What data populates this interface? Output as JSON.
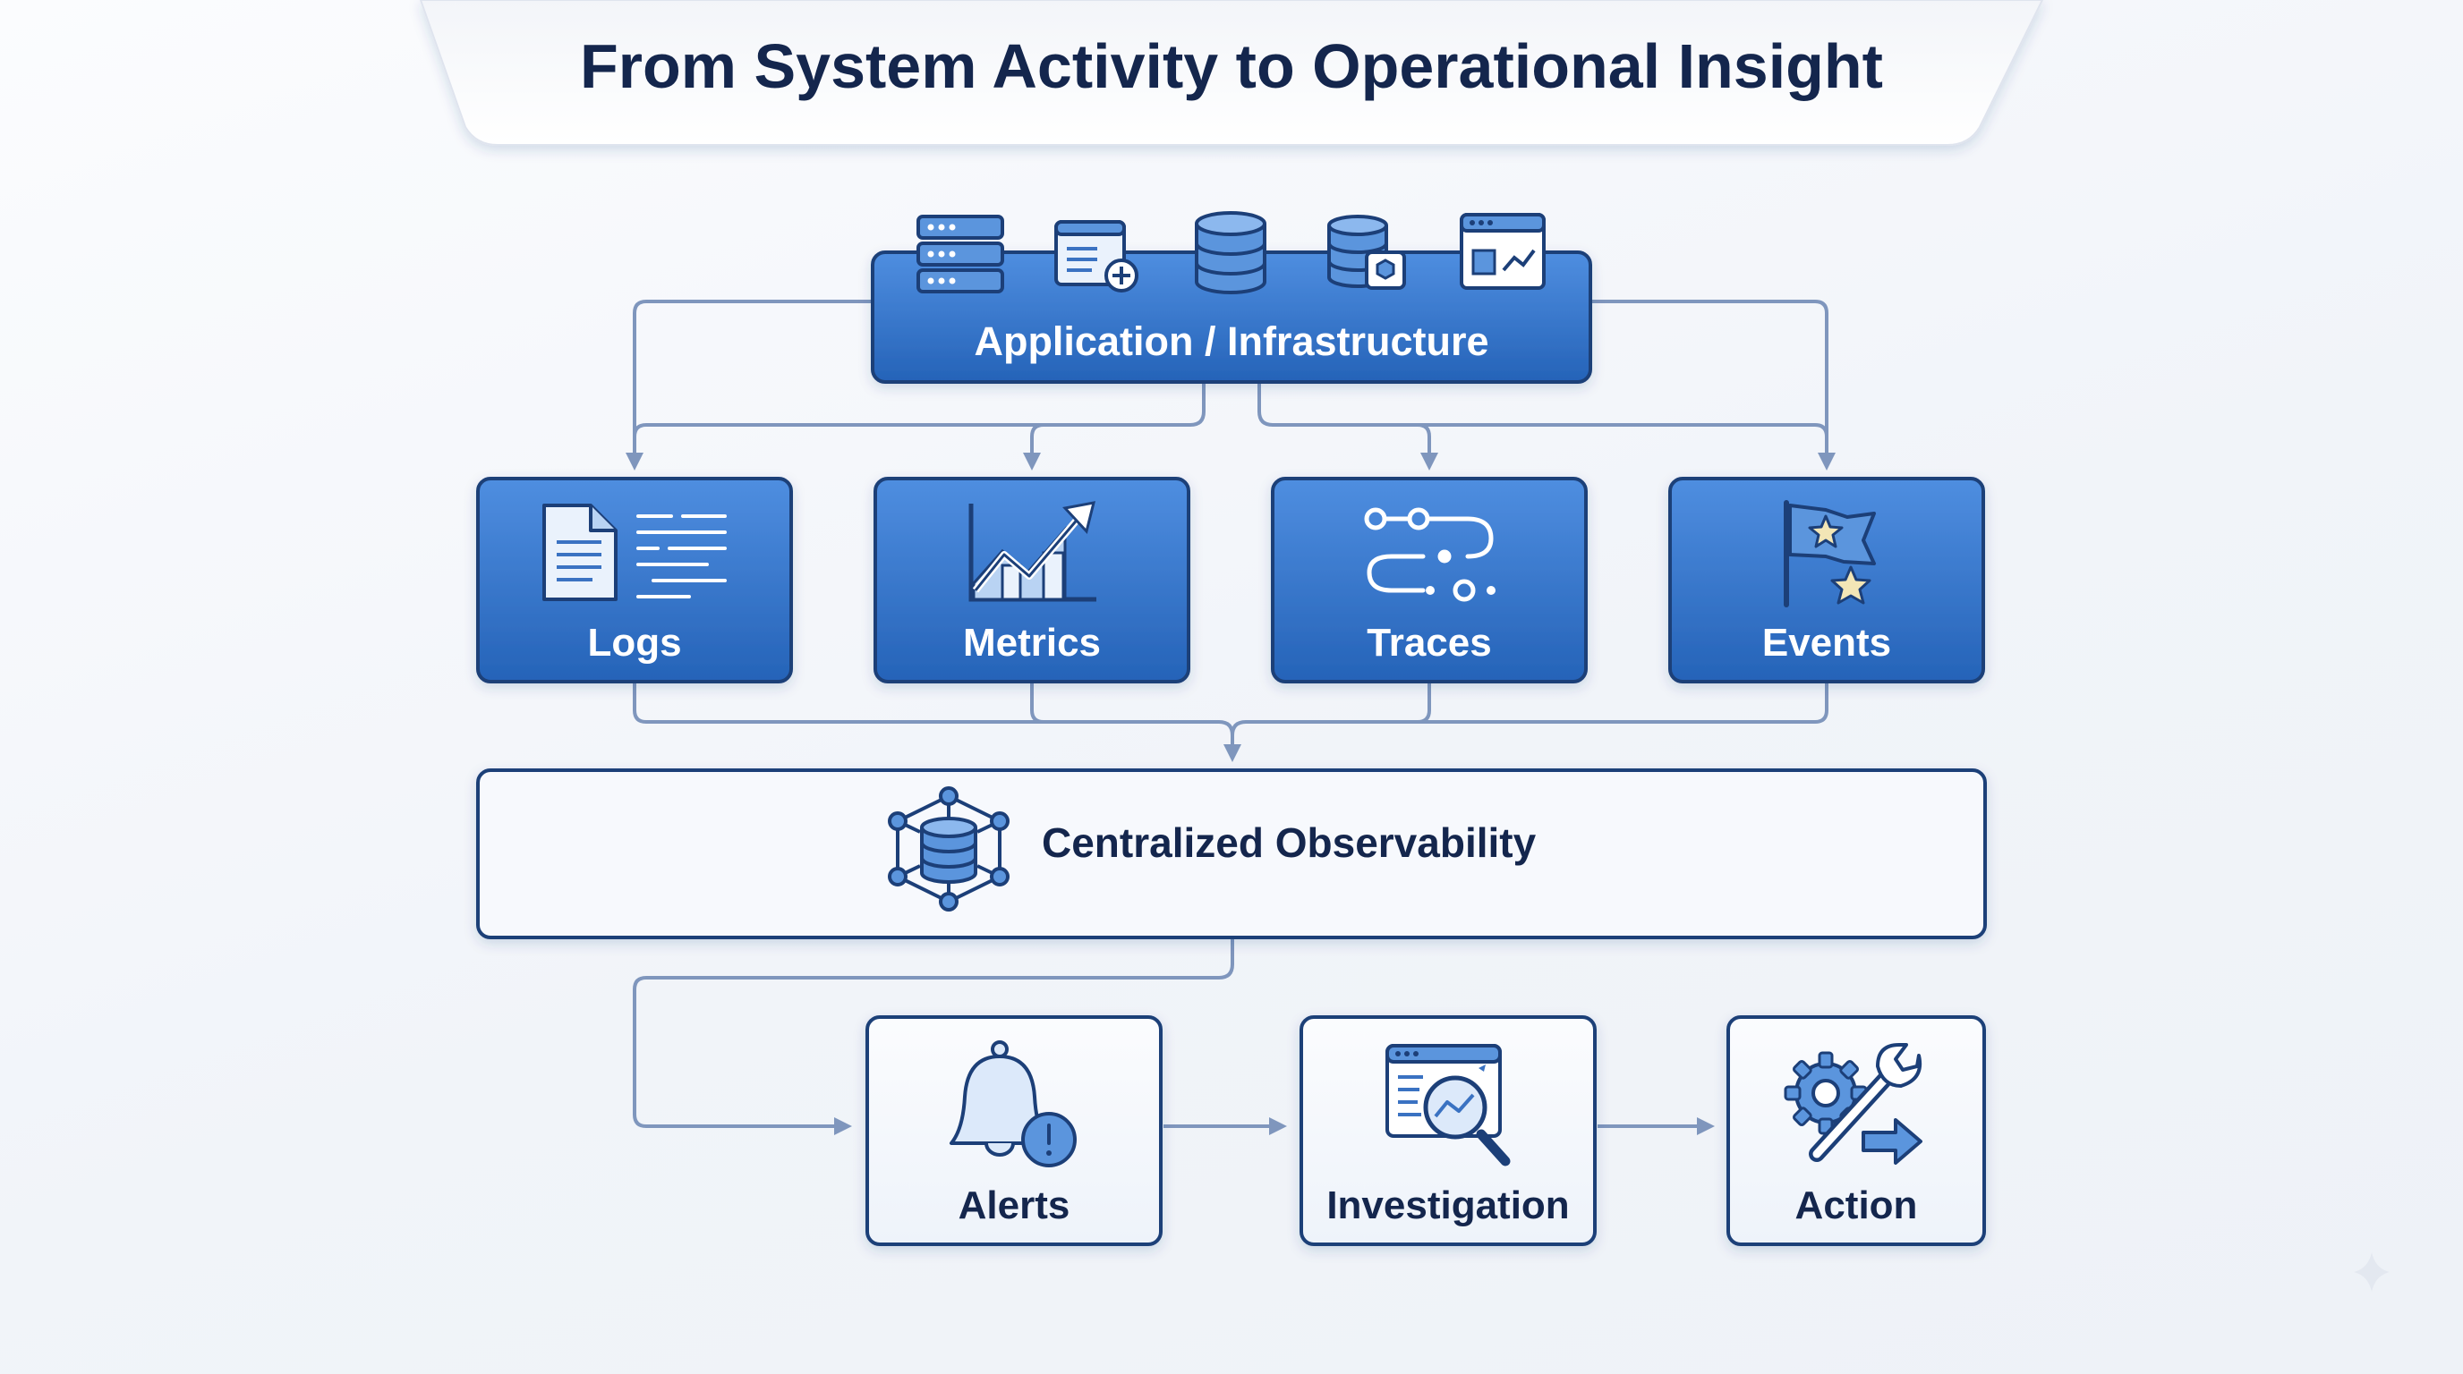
{
  "title": "From System Activity to Operational Insight",
  "source": {
    "label": "Application / Infrastructure"
  },
  "signals": [
    {
      "label": "Logs"
    },
    {
      "label": "Metrics"
    },
    {
      "label": "Traces"
    },
    {
      "label": "Events"
    }
  ],
  "hub": {
    "label": "Centralized Observability"
  },
  "outcomes": [
    {
      "label": "Alerts"
    },
    {
      "label": "Investigation"
    },
    {
      "label": "Action"
    }
  ],
  "colors": {
    "title_text": "#14264d",
    "blue_box_top": "#4f8ee0",
    "blue_box_bottom": "#2563b8",
    "box_border": "#1c3f78",
    "connector": "#7f96bd",
    "light_box": "#f7f9fd",
    "icon_fill": "#5b95dd",
    "icon_light": "#dce9fa"
  }
}
